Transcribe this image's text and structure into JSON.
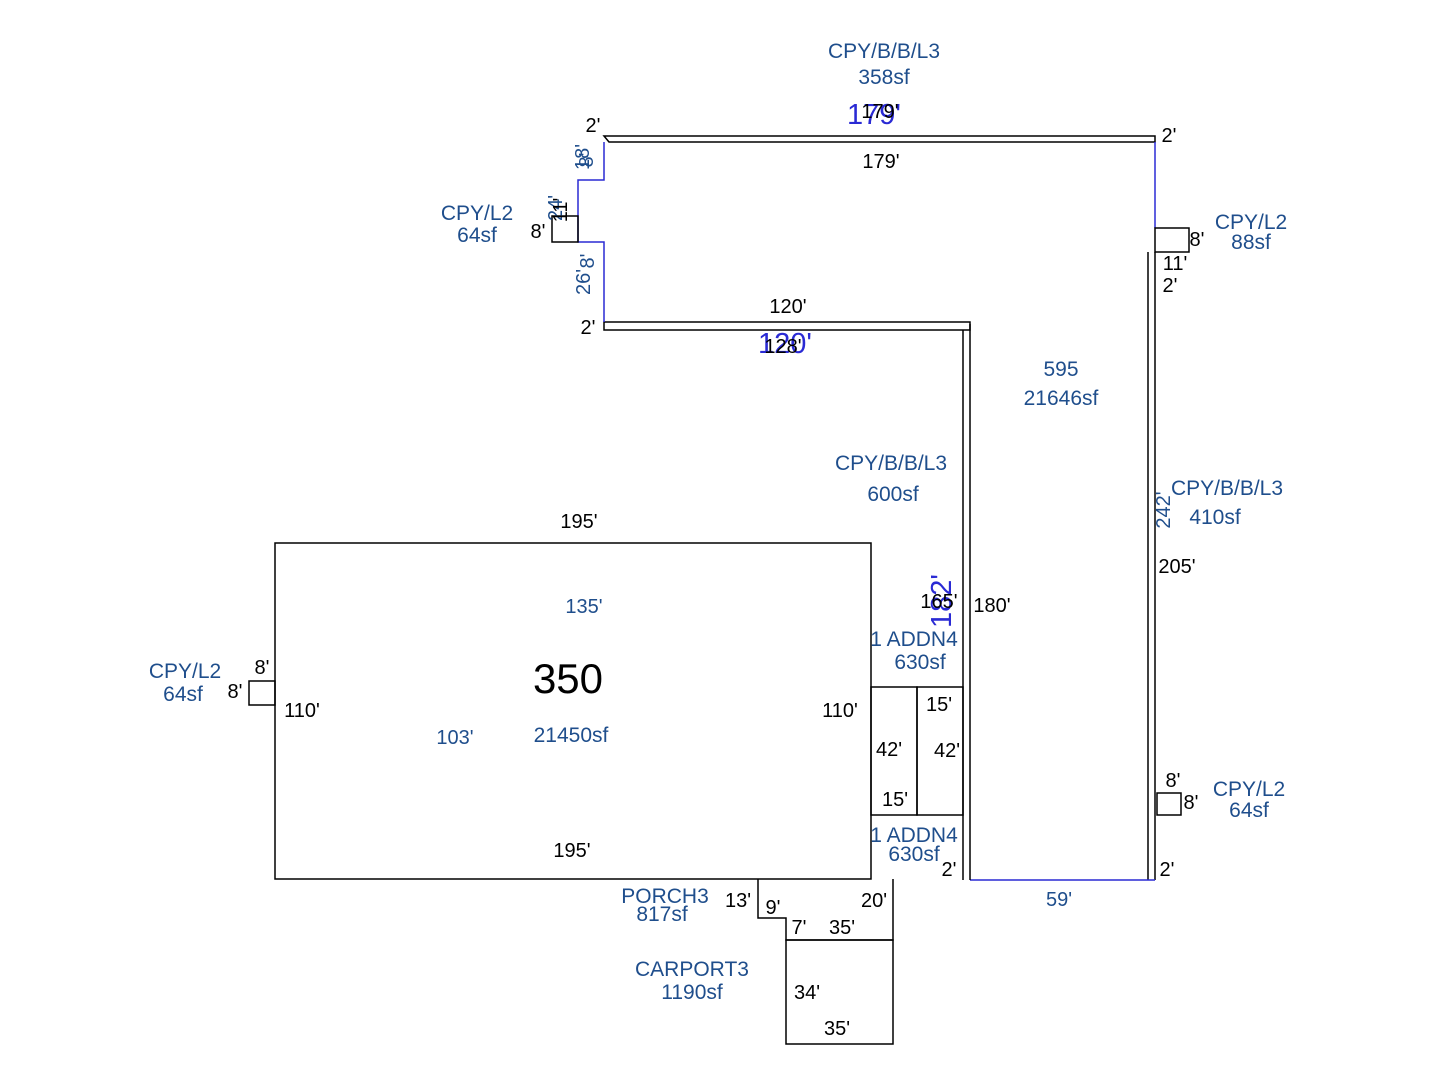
{
  "sketch": {
    "areas": {
      "cpy_bbl3_top": {
        "name": "CPY/B/B/L3",
        "size": "358sf"
      },
      "cpy_l2_left_upper": {
        "name": "CPY/L2",
        "size": "64sf"
      },
      "cpy_l2_right_upper": {
        "name": "CPY/L2",
        "size": "88sf"
      },
      "main_595": {
        "name": "595",
        "size": "21646sf"
      },
      "cpy_bbl3_mid": {
        "name": "CPY/B/B/L3",
        "size": "600sf"
      },
      "cpy_bbl3_right": {
        "name": "CPY/B/B/L3",
        "size": "410sf"
      },
      "addn_upper": {
        "name": "1 ADDN4",
        "size": "630sf"
      },
      "addn_lower": {
        "name": "1 ADDN4",
        "size": "630sf"
      },
      "cpy_l2_left": {
        "name": "CPY/L2",
        "size": "64sf"
      },
      "main_350": {
        "name": "350",
        "size": "21450sf"
      },
      "cpy_l2_right_lower": {
        "name": "CPY/L2",
        "size": "64sf"
      },
      "porch": {
        "name": "PORCH3",
        "size": "817sf"
      },
      "carport": {
        "name": "CARPORT3",
        "size": "1190sf"
      }
    },
    "dimensions": {
      "top_179_overlay": "179'",
      "top_179_inner": "179'",
      "top_179_below": "179'",
      "top_left_2": "2'",
      "top_right_2": "2'",
      "left_18_overlay": "18'",
      "left_8_upper": "8'",
      "left_24": "24'",
      "left_11": "11'",
      "notch_8": "8'",
      "left_8_lower": "8'",
      "left_26": "26'",
      "left_2_lower": "2'",
      "mid_120_above": "120'",
      "mid_120_overlay": "120'",
      "mid_128": "128'",
      "right_8": "8'",
      "right_11": "11'",
      "right_2": "2'",
      "right_242": "242'",
      "right_205": "205'",
      "mid_182": "182'",
      "mid_165": "165'",
      "mid_180": "180'",
      "main_195_top": "195'",
      "main_135": "135'",
      "main_103": "103'",
      "main_110_left": "110'",
      "main_110_right": "110'",
      "main_195_bottom": "195'",
      "cpy_left_8_top": "8'",
      "cpy_left_8_side": "8'",
      "addn_15_top": "15'",
      "addn_42_left": "42'",
      "addn_42_right": "42'",
      "addn_15_bottom": "15'",
      "bottom_2_left": "2'",
      "bottom_59": "59'",
      "bottom_2_right": "2'",
      "cpy_right_8_top": "8'",
      "cpy_right_8_side": "8'",
      "porch_13": "13'",
      "porch_9": "9'",
      "porch_20": "20'",
      "porch_7": "7'",
      "carport_35_top": "35'",
      "carport_34": "34'",
      "carport_35_bottom": "35'"
    }
  }
}
